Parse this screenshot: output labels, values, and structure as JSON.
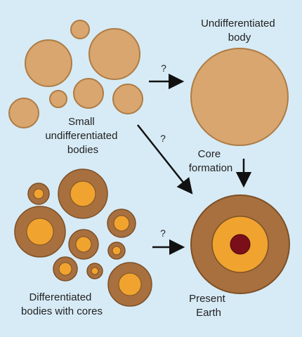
{
  "labels": {
    "small_bodies": [
      "Small",
      "undifferentiated",
      "bodies"
    ],
    "undiff_body": [
      "Undifferentiated",
      "body"
    ],
    "core_formation": [
      "Core",
      "formation"
    ],
    "differentiated": [
      "Differentiated",
      "bodies with cores"
    ],
    "present_earth": [
      "Present",
      "Earth"
    ],
    "question_mark": "?"
  },
  "colors": {
    "background": "#d7ebf6",
    "tan_body": "#d8a66e",
    "tan_outline": "#ad7c46",
    "brown_mantle": "#a8703f",
    "orange_core": "#f0a32e",
    "inner_core": "#7a0f1a",
    "arrow": "#111111",
    "text": "#222222"
  }
}
